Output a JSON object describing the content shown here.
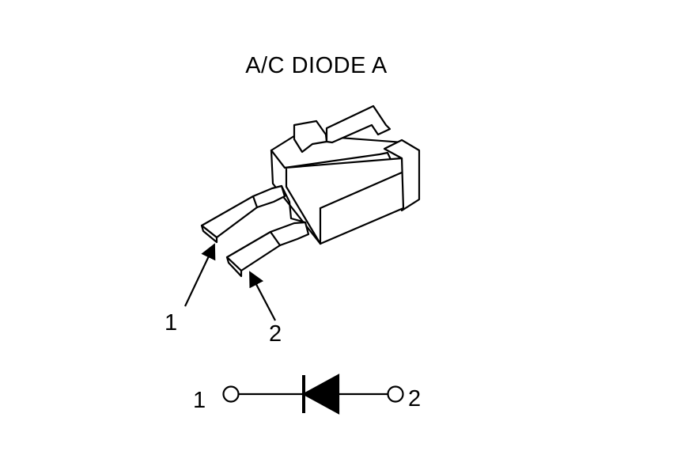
{
  "title": "A/C DIODE A",
  "callouts": [
    {
      "number": "1"
    },
    {
      "number": "2"
    }
  ],
  "schematic": {
    "pin_left_label": "1",
    "pin_right_label": "2"
  },
  "colors": {
    "ink": "#000000",
    "background": "#ffffff"
  }
}
